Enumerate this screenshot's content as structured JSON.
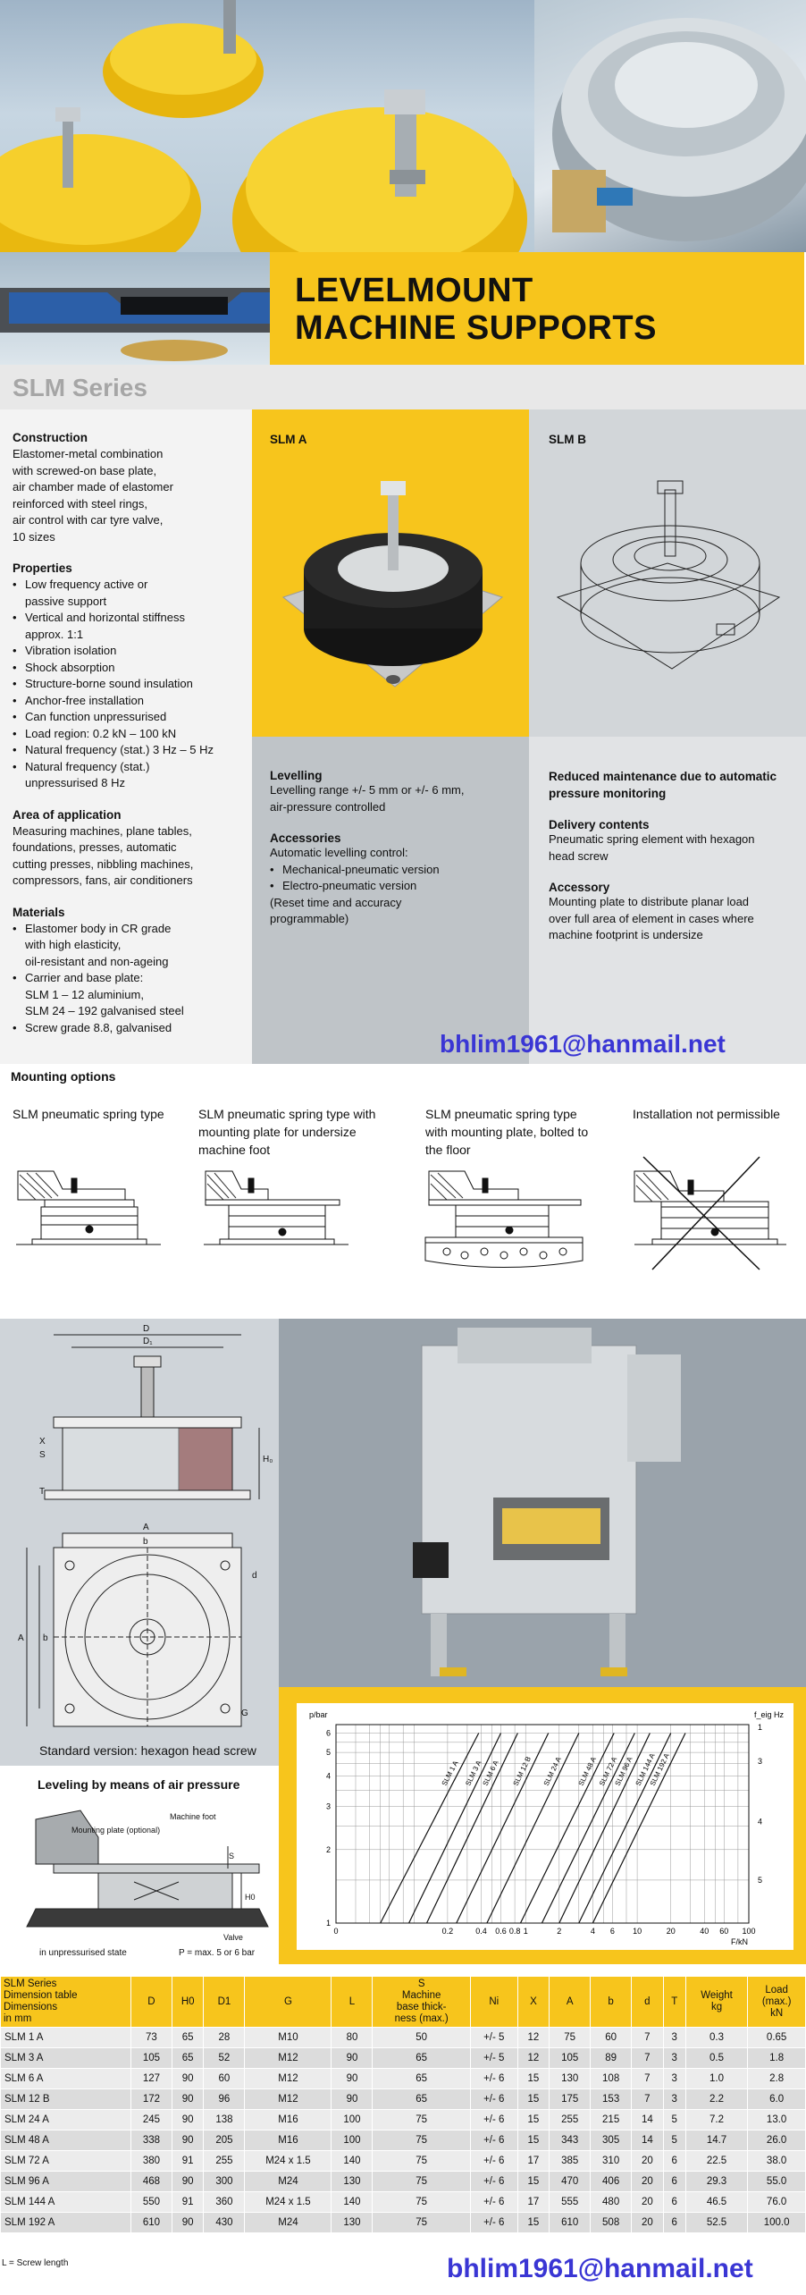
{
  "header": {
    "title_line1": "LEVELMOUNT",
    "title_line2": "MACHINE SUPPORTS"
  },
  "series_title": "SLM Series",
  "left_column": {
    "construction": {
      "heading": "Construction",
      "text": "Elastomer-metal combination\nwith screwed-on base plate,\nair chamber made of elastomer\nreinforced with steel rings,\nair control with car tyre valve,\n10 sizes"
    },
    "properties": {
      "heading": "Properties",
      "items": [
        "Low frequency active or\npassive support",
        "Vertical and horizontal stiffness\napprox. 1:1",
        "Vibration isolation",
        "Shock absorption",
        "Structure-borne sound insulation",
        "Anchor-free installation",
        "Can function unpressurised",
        "Load region: 0.2 kN – 100 kN",
        "Natural frequency (stat.) 3 Hz – 5 Hz",
        "Natural frequency (stat.)\nunpressurised 8 Hz"
      ]
    },
    "application": {
      "heading": "Area of application",
      "text": "Measuring machines, plane tables,\nfoundations, presses, automatic\ncutting presses, nibbling machines,\ncompressors, fans, air conditioners"
    },
    "materials": {
      "heading": "Materials",
      "items": [
        "Elastomer body in CR grade\nwith high elasticity,\noil-resistant and non-ageing",
        "Carrier and base plate:\nSLM 1 – 12 aluminium,\nSLM 24 – 192 galvanised steel",
        "Screw grade 8.8, galvanised"
      ]
    }
  },
  "slm_a": {
    "label": "SLM A",
    "levelling_heading": "Levelling",
    "levelling_text": "Levelling range +/- 5 mm or +/- 6 mm,\nair-pressure controlled",
    "accessories_heading": "Accessories",
    "accessories_intro": "Automatic levelling control:",
    "accessories_items": [
      "Mechanical-pneumatic version",
      "Electro-pneumatic version"
    ],
    "accessories_note": "(Reset time and accuracy\nprogrammable)"
  },
  "slm_b": {
    "label": "SLM B",
    "maintenance_heading": "Reduced maintenance due to automatic\npressure monitoring",
    "delivery_heading": "Delivery contents",
    "delivery_text": "Pneumatic spring element with hexagon\nhead screw",
    "accessory_heading": "Accessory",
    "accessory_text": "Mounting plate to distribute planar load\nover full area of element in cases where\nmachine footprint is undersize"
  },
  "watermark_email": "bhlim1961@hanmail.net",
  "mounting": {
    "title": "Mounting options",
    "options": [
      "SLM pneumatic spring type",
      "SLM pneumatic spring type with\nmounting plate for undersize\nmachine foot",
      "SLM pneumatic spring type\nwith mounting plate, bolted to\nthe floor",
      "Installation not permissible"
    ]
  },
  "drawing": {
    "labels": [
      "D",
      "D1",
      "X",
      "S",
      "T",
      "H0",
      "A",
      "b",
      "d",
      "G",
      "A",
      "b"
    ],
    "caption": "Standard version: hexagon head screw"
  },
  "air_levelling": {
    "title": "Leveling by means of air pressure",
    "labels": [
      "Machine foot",
      "Mounting plate\n(optional)",
      "S",
      "H0",
      "Valve"
    ],
    "caption_left": "in unpressurised state",
    "caption_right": "P = max. 5 or 6 bar"
  },
  "chart_data": {
    "type": "line",
    "ylabel_left": "p/bar",
    "ylabel_right": "f_eig Hz",
    "xlabel": "F/kN",
    "x_scale": "log",
    "y_scale": "log",
    "x_ticks": [
      "0",
      "0.2",
      "0.4",
      "0.6",
      "0.8",
      "1",
      "2",
      "4",
      "6",
      "10",
      "20",
      "40",
      "60",
      "100"
    ],
    "y_ticks_left": [
      "1",
      "2",
      "3",
      "4",
      "5",
      "6"
    ],
    "y_ticks_right": [
      "5",
      "4",
      "3"
    ],
    "y_right_top": "1",
    "grid": true,
    "series": [
      {
        "name": "SLM 1 A",
        "x": [
          0.05,
          0.38
        ],
        "y": [
          1,
          6
        ]
      },
      {
        "name": "SLM 3 A",
        "x": [
          0.09,
          0.6
        ],
        "y": [
          1,
          6
        ]
      },
      {
        "name": "SLM 6 A",
        "x": [
          0.13,
          0.85
        ],
        "y": [
          1,
          6
        ]
      },
      {
        "name": "SLM 12 B",
        "x": [
          0.24,
          1.6
        ],
        "y": [
          1,
          6
        ]
      },
      {
        "name": "SLM 24 A",
        "x": [
          0.45,
          3.0
        ],
        "y": [
          1,
          6
        ]
      },
      {
        "name": "SLM 48 A",
        "x": [
          0.9,
          6.2
        ],
        "y": [
          1,
          6
        ]
      },
      {
        "name": "SLM 72 A",
        "x": [
          1.4,
          9.5
        ],
        "y": [
          1,
          6
        ]
      },
      {
        "name": "SLM 96 A",
        "x": [
          2.0,
          13
        ],
        "y": [
          1,
          6
        ]
      },
      {
        "name": "SLM 144 A",
        "x": [
          3.0,
          20
        ],
        "y": [
          1,
          6
        ]
      },
      {
        "name": "SLM 192 A",
        "x": [
          4.0,
          27
        ],
        "y": [
          1,
          6
        ]
      }
    ]
  },
  "table": {
    "headers": [
      "SLM Series\nDimension table\nDimensions\nin mm",
      "D",
      "H0",
      "D1",
      "G",
      "L",
      "S\nMachine\nbase thick-\nness (max.)",
      "Ni",
      "X",
      "A",
      "b",
      "d",
      "T",
      "Weight\nkg",
      "Load\n(max.)\nkN"
    ],
    "rows": [
      [
        "SLM 1 A",
        "73",
        "65",
        "28",
        "M10",
        "80",
        "50",
        "+/- 5",
        "12",
        "75",
        "60",
        "7",
        "3",
        "0.3",
        "0.65"
      ],
      [
        "SLM 3 A",
        "105",
        "65",
        "52",
        "M12",
        "90",
        "65",
        "+/- 5",
        "12",
        "105",
        "89",
        "7",
        "3",
        "0.5",
        "1.8"
      ],
      [
        "SLM 6 A",
        "127",
        "90",
        "60",
        "M12",
        "90",
        "65",
        "+/- 6",
        "15",
        "130",
        "108",
        "7",
        "3",
        "1.0",
        "2.8"
      ],
      [
        "SLM 12 B",
        "172",
        "90",
        "96",
        "M12",
        "90",
        "65",
        "+/- 6",
        "15",
        "175",
        "153",
        "7",
        "3",
        "2.2",
        "6.0"
      ],
      [
        "SLM 24 A",
        "245",
        "90",
        "138",
        "M16",
        "100",
        "75",
        "+/- 6",
        "15",
        "255",
        "215",
        "14",
        "5",
        "7.2",
        "13.0"
      ],
      [
        "SLM 48 A",
        "338",
        "90",
        "205",
        "M16",
        "100",
        "75",
        "+/- 6",
        "15",
        "343",
        "305",
        "14",
        "5",
        "14.7",
        "26.0"
      ],
      [
        "SLM 72 A",
        "380",
        "91",
        "255",
        "M24 x 1.5",
        "140",
        "75",
        "+/- 6",
        "17",
        "385",
        "310",
        "20",
        "6",
        "22.5",
        "38.0"
      ],
      [
        "SLM 96 A",
        "468",
        "90",
        "300",
        "M24",
        "130",
        "75",
        "+/- 6",
        "15",
        "470",
        "406",
        "20",
        "6",
        "29.3",
        "55.0"
      ],
      [
        "SLM 144 A",
        "550",
        "91",
        "360",
        "M24 x 1.5",
        "140",
        "75",
        "+/- 6",
        "17",
        "555",
        "480",
        "20",
        "6",
        "46.5",
        "76.0"
      ],
      [
        "SLM 192 A",
        "610",
        "90",
        "430",
        "M24",
        "130",
        "75",
        "+/- 6",
        "15",
        "610",
        "508",
        "20",
        "6",
        "52.5",
        "100.0"
      ]
    ],
    "footnote": "L = Screw length"
  },
  "colors": {
    "accent_yellow": "#f7c51c",
    "email_blue": "#3a36d4",
    "series_grey": "#a6a6a6"
  }
}
